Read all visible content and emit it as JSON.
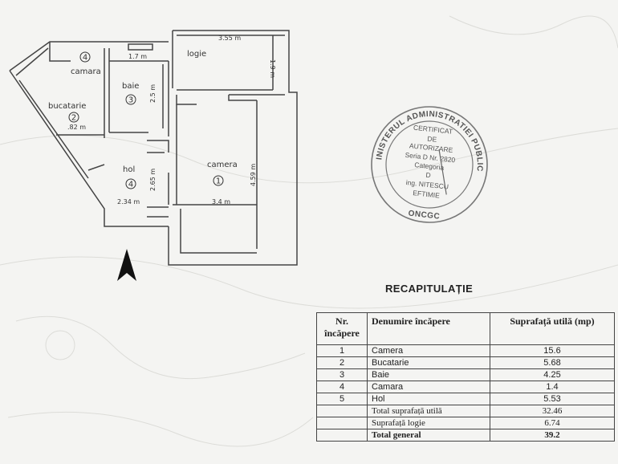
{
  "plan": {
    "rooms": [
      {
        "name": "camara",
        "number": "4"
      },
      {
        "name": "baie",
        "number": "3"
      },
      {
        "name": "logie"
      },
      {
        "name": "bucatarie",
        "number": "2"
      },
      {
        "name": "hol",
        "number": "4"
      },
      {
        "name": "camera",
        "number": "1"
      }
    ],
    "dimensions": [
      "3.55 m",
      "1.7 m",
      "1.9 m",
      "2.5 m",
      ".82 m",
      "2.65 m",
      "4.59 m",
      "2.34 m",
      "3.4 m"
    ]
  },
  "stamp": {
    "ring_text": "MINISTERUL ADMINISTRATIEI PUBLICE",
    "bottom_text": "ONCGC",
    "lines": [
      "CERTIFICAT",
      "DE",
      "AUTORIZARE",
      "Seria D Nr. 2820",
      "Categoria",
      "D",
      "ing. NITESCU",
      "EFTIMIE"
    ]
  },
  "recap": {
    "title": "RECAPITULAȚIE",
    "headers": [
      "Nr. încăpere",
      "Denumire încăpere",
      "Suprafață utilă (mp)"
    ],
    "rows": [
      {
        "nr": "1",
        "name": "Camera",
        "area": "15.6"
      },
      {
        "nr": "2",
        "name": "Bucatarie",
        "area": "5.68"
      },
      {
        "nr": "3",
        "name": "Baie",
        "area": "4.25"
      },
      {
        "nr": "4",
        "name": "Camara",
        "area": "1.4"
      },
      {
        "nr": "5",
        "name": "Hol",
        "area": "5.53"
      }
    ],
    "subtotal_label": "Total suprafață utilă",
    "subtotal_value": "32.46",
    "logie_label": "Suprafață logie",
    "logie_value": "6.74",
    "total_label": "Total general",
    "total_value": "39.2"
  }
}
